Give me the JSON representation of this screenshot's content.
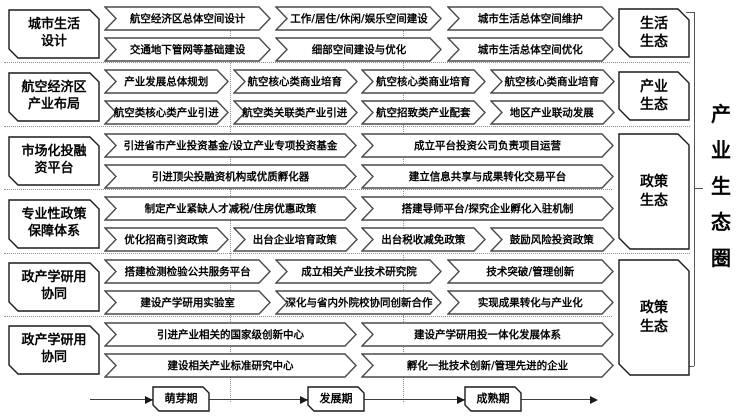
{
  "vertical_title": "产业生态圈",
  "title_chars": [
    "产",
    "业",
    "生",
    "态",
    "圈"
  ],
  "colors": {
    "background": "#ffffff",
    "arrow_border": "#4a4a4a",
    "box_border": "#1a1a1a",
    "dotted_line": "#8c8c8c",
    "text": "#000000"
  },
  "rows": [
    {
      "label": "城市生活设计",
      "label_lines": [
        "城市生活",
        "设计"
      ],
      "top": [
        "航空经济区总体空间设计",
        "工作/居住/休闲/娱乐空间建设",
        "城市生活总体空间维护"
      ],
      "bottom": [
        "交通地下管网等基础建设",
        "细部空间建设与优化",
        "城市生活总体空间优化"
      ]
    },
    {
      "label": "航空经济区产业布局",
      "label_lines": [
        "航空经济区",
        "产业布局"
      ],
      "top": [
        "产业发展总体规划",
        "航空核心类商业培育",
        "航空核心类商业培育",
        "航空核心类商业培育"
      ],
      "bottom": [
        "航空类核心类产业引进",
        "航空类关联类产业引进",
        "航空招致类产业配套",
        "地区产业联动发展"
      ]
    },
    {
      "label": "市场化投融资平台",
      "label_lines": [
        "市场化投融",
        "资平台"
      ],
      "top": [
        "引进省市产业投资基金/设立产业专项投资基金",
        "成立平台投资公司负责项目运营"
      ],
      "bottom": [
        "引进顶尖投融资机构或优质孵化器",
        "建立信息共享与成果转化交易平台"
      ]
    },
    {
      "label": "专业性政策保障体系",
      "label_lines": [
        "专业性政策",
        "保障体系"
      ],
      "top": [
        "制定产业紧缺人才减税/住房优惠政策",
        "搭建导师平台/探究企业孵化入驻机制"
      ],
      "bottom": [
        "优化招商引资政策",
        "出台企业培育政策",
        "出台税收减免政策",
        "鼓励风险投资政策"
      ]
    },
    {
      "label": "政产学研用协同",
      "label_lines": [
        "政产学研用",
        "协同"
      ],
      "top": [
        "搭建检测检验公共服务平台",
        "成立相关产业技术研究院",
        "技术突破/管理创新"
      ],
      "bottom": [
        "建设产学研用实验室",
        "深化与省内外院校协同创新合作",
        "实现成果转化与产业化"
      ]
    },
    {
      "label": "政产学研用协同",
      "label_lines": [
        "政产学研用",
        "协同"
      ],
      "top": [
        "引进产业相关的国家级创新中心",
        "建设产学研用投一体化发展体系"
      ],
      "bottom": [
        "建设相关产业标准研究中心",
        "孵化一批技术创新/管理先进的企业"
      ]
    }
  ],
  "right_groups": [
    {
      "label": "生活生态",
      "lines": [
        "生活",
        "生态"
      ]
    },
    {
      "label": "产业生态",
      "lines": [
        "产业",
        "生态"
      ]
    },
    {
      "label": "政策生态",
      "lines": [
        "政策",
        "生态"
      ]
    },
    {
      "label": "政策生态",
      "lines": [
        "政策",
        "生态"
      ]
    }
  ],
  "timeline": {
    "phases": [
      "萌芽期",
      "发展期",
      "成熟期"
    ]
  }
}
